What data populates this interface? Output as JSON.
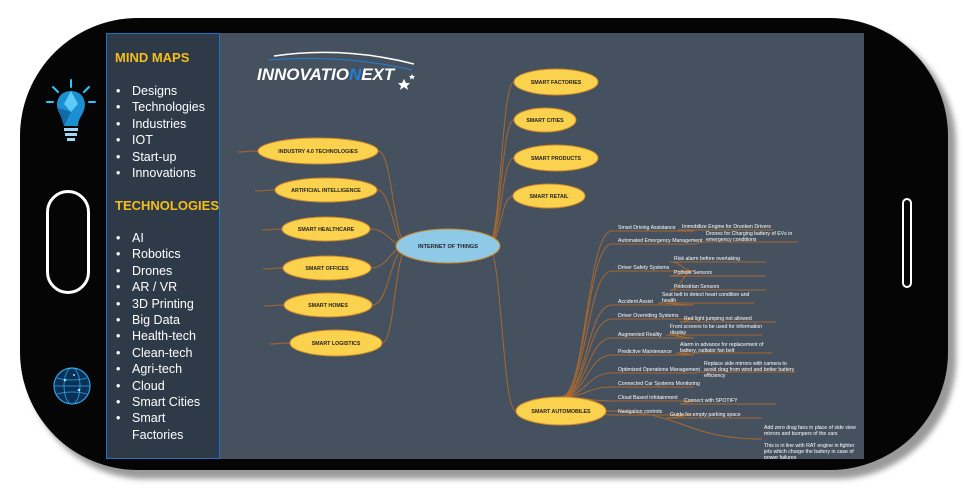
{
  "sidebar": {
    "mind_maps_heading": "MIND MAPS",
    "mind_maps": [
      "Designs",
      "Technologies",
      "Industries",
      "IOT",
      "Start-up",
      "Innovations"
    ],
    "technologies_heading": "TECHNOLOGIES",
    "technologies": [
      "AI",
      "Robotics",
      "Drones",
      "AR / VR",
      "3D Printing",
      "Big Data",
      "Health-tech",
      "Clean-tech",
      "Agri-tech",
      "Cloud",
      "Smart Cities",
      "Smart Factories"
    ]
  },
  "logo": {
    "text": "INNOVATIONEXT",
    "part1": "INNOVATIO",
    "part2": "N",
    "part3": "EXT"
  },
  "mindmap": {
    "center": "INTERNET OF THINGS",
    "left_nodes": [
      "INDUSTRY 4.0 TECHNOLOGIES",
      "ARTIFICIAL INTELLIGENCE",
      "SMART HEALTHCARE",
      "SMART OFFICES",
      "SMART HOMES",
      "SMART LOGISTICS"
    ],
    "right_nodes": [
      "SMART FACTORIES",
      "SMART CITIES",
      "SMART PRODUCTS",
      "SMART RETAIL",
      "SMART AUTOMOBILES"
    ],
    "automobile_branches": [
      "Smart Driving Assistance",
      "Automated Emergency Management",
      "Driver Safety Systems",
      "Accident Assist",
      "Driver Overriding Systems",
      "Augmented Reality",
      "Predictive Maintenance",
      "Optimized Operations Management",
      "Connected Car Systems Monitoring",
      "Cloud Based Infotainment",
      "Navigation controls"
    ],
    "automobile_details": [
      "Immobilize Engine for Drunken Drivers",
      "Drones for Charging battery of EVs in emergency conditions",
      "Risk alarm before overtaking",
      "Pothole Sensors",
      "Pedestrian Sensors",
      "Seat belt to detect heart condition and health",
      "Red light jumping not allowed",
      "Front screens to be used for information display",
      "Alarm in advance for replacement of battery, radiator fan belt",
      "Replace side mirrors with camera to avoid drag from wind and better battery efficiency",
      "Connect with SPOTIFY",
      "Guide for empty parking space",
      "Add zero drag fans in place of side view mirrors and bumpers of the cars",
      "This is in line with RAT engine in fighter jets which charge the battery in case of power failures"
    ],
    "colors": {
      "node_fill": "#fbd24e",
      "center_fill": "#8ec9e8",
      "line": "#a8692f",
      "background": "#46515f"
    }
  }
}
